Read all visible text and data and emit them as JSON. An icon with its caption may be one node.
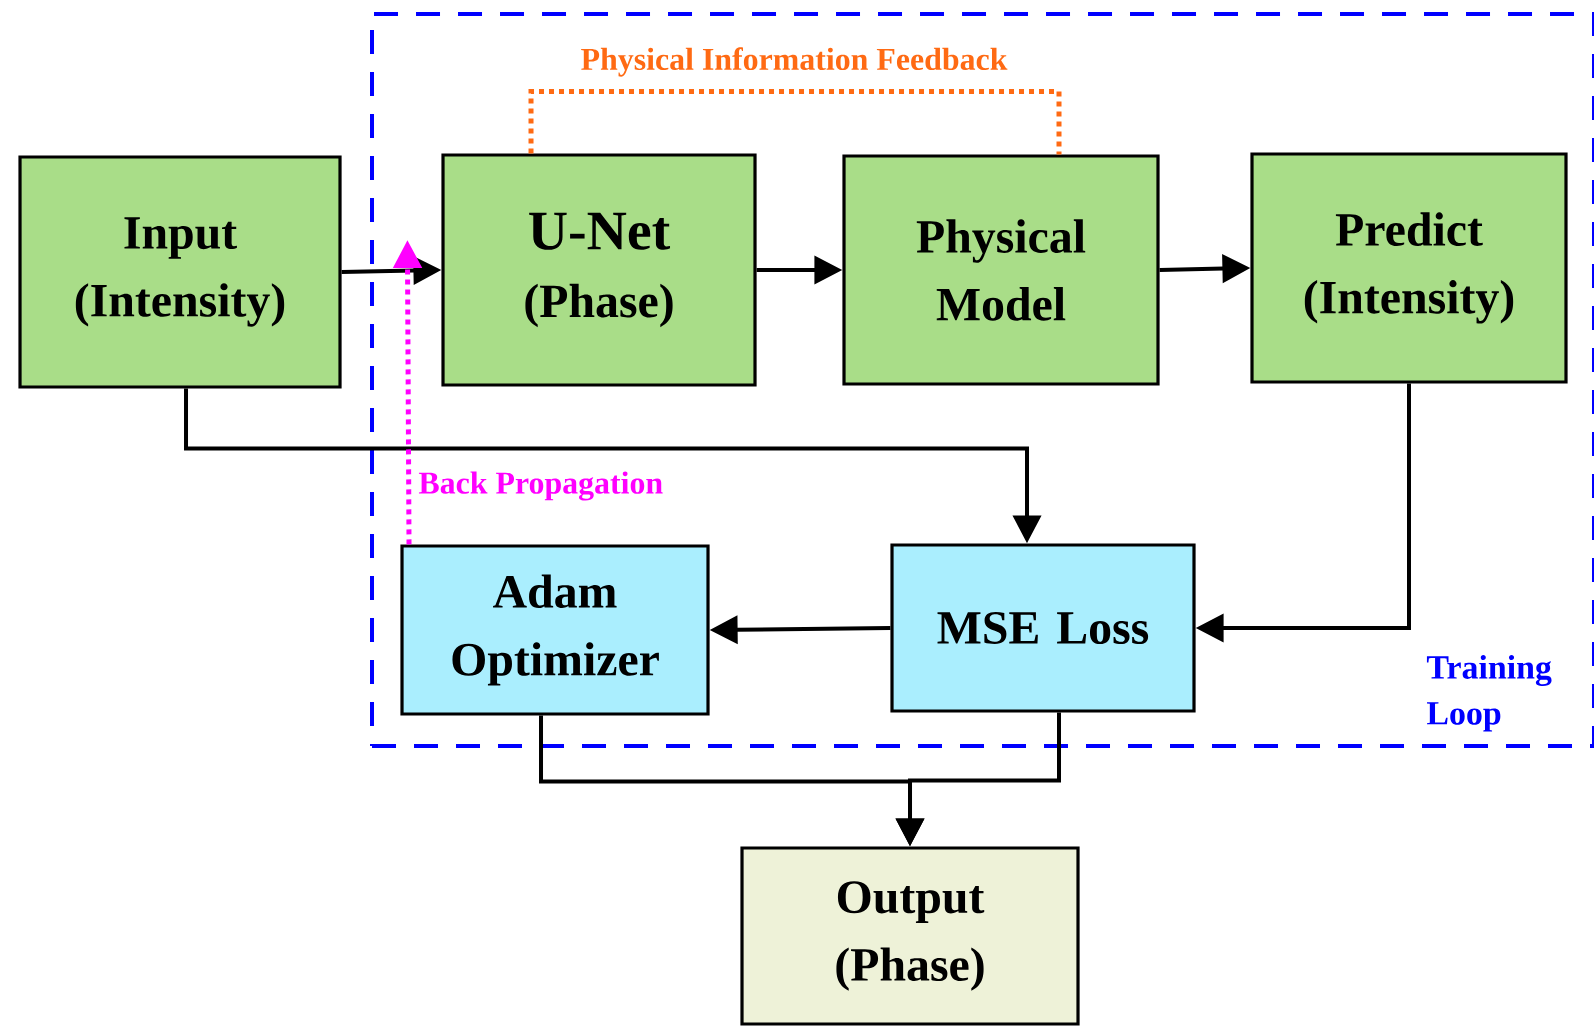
{
  "diagram": {
    "nodes": [
      {
        "text": [
          "Training Loop"
        ]
      },
      {
        "text": [
          "Input (Intensity)"
        ]
      },
      {
        "text": [
          "U-Net",
          "(Phase)"
        ],
        "in": 0
      },
      {
        "text": [
          "Physical Model"
        ],
        "in": 0
      },
      {
        "text": [
          "Predict (Intensity)"
        ],
        "in": 0
      },
      {
        "text": [
          "Adam Optimizer"
        ],
        "in": 0
      },
      {
        "text": [
          "MSE Loss"
        ],
        "in": 0
      },
      {
        "text": [
          "Output (Phase)"
        ]
      }
    ],
    "edges": [
      {
        "from": 1,
        "to": 2,
        "arrow": "to"
      },
      {
        "from": 2,
        "to": 3,
        "arrow": "to"
      },
      {
        "from": 3,
        "to": 4,
        "arrow": "to"
      },
      {
        "from": 1,
        "to": 6,
        "arrow": "to"
      },
      {
        "from": 4,
        "to": 6,
        "arrow": "to"
      },
      {
        "from": 6,
        "to": 5,
        "arrow": "to"
      },
      {
        "from": 5,
        "to": 7,
        "arrow": "to"
      },
      {
        "from": 6,
        "to": 7,
        "arrow": "to"
      },
      {
        "from": 2,
        "to": 3,
        "arrow": "none",
        "label": "Physical Information Feedback",
        "style": "dashed",
        "color": "#ff6a13"
      },
      {
        "from": 5,
        "to": 2,
        "arrow": "to",
        "label": "Back Propagation",
        "style": "dashed",
        "color": "#ff00ff"
      }
    ]
  }
}
